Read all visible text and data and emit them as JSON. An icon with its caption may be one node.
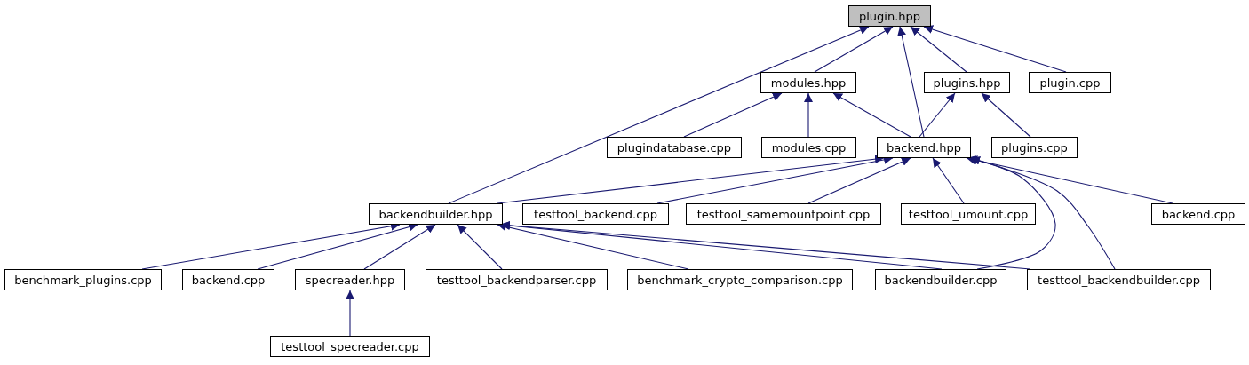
{
  "diagram": {
    "nodes": [
      {
        "text": [
          "plugin.hpp"
        ]
      },
      {
        "text": [
          "modules.hpp"
        ]
      },
      {
        "text": [
          "plugins.hpp"
        ]
      },
      {
        "text": [
          "plugin.cpp"
        ]
      },
      {
        "text": [
          "plugindatabase.cpp"
        ]
      },
      {
        "text": [
          "modules.cpp"
        ]
      },
      {
        "text": [
          "backend.hpp"
        ]
      },
      {
        "text": [
          "plugins.cpp"
        ]
      },
      {
        "text": [
          "backendbuilder.hpp"
        ]
      },
      {
        "text": [
          "testtool_backend.cpp"
        ]
      },
      {
        "text": [
          "testtool_samemountpoint.cpp"
        ]
      },
      {
        "text": [
          "testtool_umount.cpp"
        ]
      },
      {
        "text": [
          "backend.cpp"
        ]
      },
      {
        "text": [
          "benchmark_plugins.cpp"
        ]
      },
      {
        "text": [
          "backend.cpp"
        ]
      },
      {
        "text": [
          "specreader.hpp"
        ]
      },
      {
        "text": [
          "testtool_backendparser.cpp"
        ]
      },
      {
        "text": [
          "benchmark_crypto_comparison.cpp"
        ]
      },
      {
        "text": [
          "backendbuilder.cpp"
        ]
      },
      {
        "text": [
          "testtool_backendbuilder.cpp"
        ]
      },
      {
        "text": [
          "testtool_specreader.cpp"
        ]
      }
    ],
    "edges": [
      {
        "from": 1,
        "to": 0,
        "arrow": "to"
      },
      {
        "from": 2,
        "to": 0,
        "arrow": "to"
      },
      {
        "from": 3,
        "to": 0,
        "arrow": "to"
      },
      {
        "from": 6,
        "to": 0,
        "arrow": "to"
      },
      {
        "from": 8,
        "to": 0,
        "arrow": "to"
      },
      {
        "from": 4,
        "to": 1,
        "arrow": "to"
      },
      {
        "from": 5,
        "to": 1,
        "arrow": "to"
      },
      {
        "from": 6,
        "to": 1,
        "arrow": "to"
      },
      {
        "from": 6,
        "to": 2,
        "arrow": "to"
      },
      {
        "from": 7,
        "to": 2,
        "arrow": "to"
      },
      {
        "from": 8,
        "to": 6,
        "arrow": "to"
      },
      {
        "from": 9,
        "to": 6,
        "arrow": "to"
      },
      {
        "from": 10,
        "to": 6,
        "arrow": "to"
      },
      {
        "from": 11,
        "to": 6,
        "arrow": "to"
      },
      {
        "from": 12,
        "to": 6,
        "arrow": "to"
      },
      {
        "from": 18,
        "to": 6,
        "arrow": "to"
      },
      {
        "from": 19,
        "to": 6,
        "arrow": "to"
      },
      {
        "from": 13,
        "to": 8,
        "arrow": "to"
      },
      {
        "from": 14,
        "to": 8,
        "arrow": "to"
      },
      {
        "from": 15,
        "to": 8,
        "arrow": "to"
      },
      {
        "from": 16,
        "to": 8,
        "arrow": "to"
      },
      {
        "from": 17,
        "to": 8,
        "arrow": "to"
      },
      {
        "from": 18,
        "to": 8,
        "arrow": "to"
      },
      {
        "from": 19,
        "to": 8,
        "arrow": "to"
      },
      {
        "from": 20,
        "to": 15,
        "arrow": "to"
      }
    ]
  }
}
